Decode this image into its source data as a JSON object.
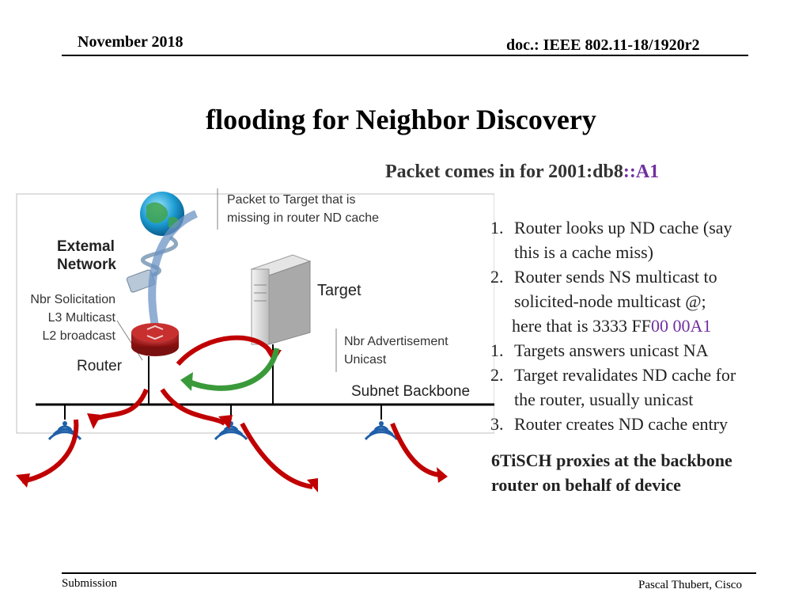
{
  "header": {
    "date": "November 2018",
    "doc_id": "doc.: IEEE 802.11-18/1920r2"
  },
  "slide": {
    "title": "flooding for Neighbor Discovery",
    "subtitle_prefix": "Packet comes in for 2001:db8",
    "subtitle_highlight": "::A1"
  },
  "diagram": {
    "packet_label_1": "Packet to Target that is",
    "packet_label_2": "missing in router ND cache",
    "external_1": "Extemal",
    "external_2": "Network",
    "target_label": "Target",
    "nbr_solicit_1": "Nbr Solicitation",
    "nbr_solicit_2": "L3 Multicast",
    "nbr_solicit_3": "L2 broadcast",
    "router_label": "Router",
    "nbr_adv_1": "Nbr Advertisement",
    "nbr_adv_2": "Unicast",
    "backbone_label": "Subnet Backbone"
  },
  "steps": {
    "s1_num": "1.",
    "s1_line1": "Router looks up ND cache (say",
    "s1_line2": "this is a cache miss)",
    "s2_num": "2.",
    "s2_line1": "Router sends NS multicast to",
    "s2_line2": "solicited-node multicast @;",
    "s2_line3_prefix": "here that is 3333 FF",
    "s2_line3_highlight": "00 00A1",
    "s3_num": "1.",
    "s3_text": "Targets answers unicast NA",
    "s4_num": "2.",
    "s4_line1": "Target revalidates ND cache for",
    "s4_line2": "the router, usually unicast",
    "s5_num": "3.",
    "s5_text": "Router creates ND cache entry"
  },
  "summary": {
    "line1": "6TiSCH proxies at the backbone",
    "line2": "router on behalf of device"
  },
  "footer": {
    "left": "Submission",
    "right": "Pascal Thubert, Cisco"
  },
  "colors": {
    "highlight": "#7030A0",
    "arrow_red": "#C00000",
    "arrow_green": "#3A9A3A",
    "wifi_blue": "#1F5FA8"
  }
}
